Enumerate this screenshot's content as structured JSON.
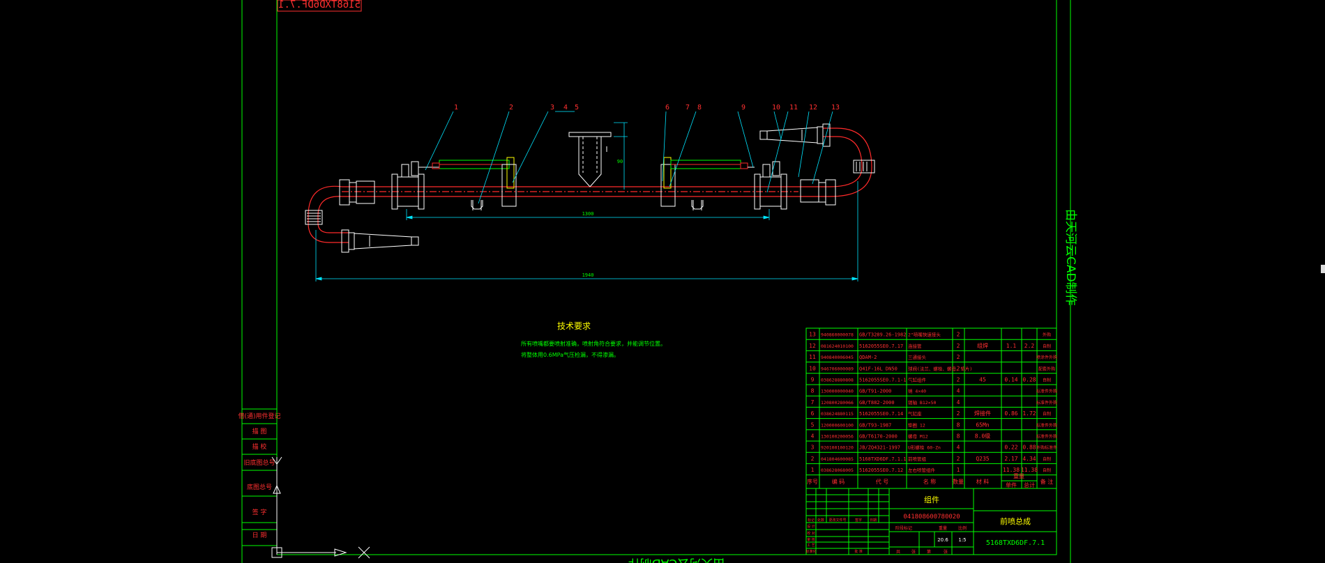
{
  "drawing": {
    "top_stamp": "5168TXD6DF.7.1",
    "watermark_right": "由天河云CAD制作",
    "watermark_bottom": "由天河云CAD制作",
    "tech_title": "技术要求",
    "tech_lines": [
      "所有喷嘴都要喷射准确，喷射角符合要求，并能调节位置。",
      "将整体用0.6MPa气压检漏，不得渗漏。"
    ],
    "balloons": [
      "1",
      "2",
      "3",
      "4",
      "5",
      "6",
      "7",
      "8",
      "9",
      "10",
      "11",
      "12",
      "13"
    ],
    "dims": {
      "inner": "1300",
      "overall": "1940",
      "height": "90"
    },
    "left_table": [
      "借(通)用件登记",
      "描 图",
      "描 校",
      "旧底图总号",
      "底图总号",
      "签 字",
      "日 期"
    ]
  },
  "bom": {
    "headers": [
      "序号",
      "编 码",
      "代 号",
      "名 称",
      "数量",
      "材 料",
      "单件",
      "总计",
      "备 注"
    ],
    "weight_header": "重量",
    "rows": [
      {
        "no": "13",
        "code": "940860000078",
        "std": "GB/T3289.26-1982",
        "name": "2\"喷嘴快速接头",
        "qty": "2",
        "mat": "",
        "unit": "",
        "total": "",
        "note": "外购"
      },
      {
        "no": "12",
        "code": "081624010100",
        "std": "5162055SE0.7.17",
        "name": "连接管",
        "qty": "2",
        "mat": "组焊",
        "unit": "1.1",
        "total": "2.2",
        "note": "自制"
      },
      {
        "no": "11",
        "code": "940840006045",
        "std": "QDAM-2",
        "name": "三通接头",
        "qty": "2",
        "mat": "",
        "unit": "",
        "total": "",
        "note": "喷涂件外购"
      },
      {
        "no": "10",
        "code": "946706000089",
        "std": "Q41F-16L DN50",
        "name": "球阀(法兰、螺栓、螺母、垫片)",
        "qty": "2",
        "mat": "",
        "unit": "",
        "total": "",
        "note": "配套外购"
      },
      {
        "no": "9",
        "code": "038628880808",
        "std": "5162055SE0.7.1-1",
        "name": "气缸组件",
        "qty": "2",
        "mat": "45",
        "unit": "0.14",
        "total": "0.28",
        "note": "自制"
      },
      {
        "no": "8",
        "code": "130000000040",
        "std": "GB/T91-2000",
        "name": "销 4×40",
        "qty": "4",
        "mat": "",
        "unit": "",
        "total": "",
        "note": "标准件外购"
      },
      {
        "no": "7",
        "code": "120800280066",
        "std": "GB/T882-2000",
        "name": "销轴 B12×50",
        "qty": "4",
        "mat": "",
        "unit": "",
        "total": "",
        "note": "标准件外购"
      },
      {
        "no": "6",
        "code": "038624880115",
        "std": "5162055SE0.7.14",
        "name": "气缸座",
        "qty": "2",
        "mat": "焊接件",
        "unit": "0.86",
        "total": "1.72",
        "note": "自制"
      },
      {
        "no": "5",
        "code": "120000600100",
        "std": "GB/T93-1987",
        "name": "垫圈 12",
        "qty": "8",
        "mat": "65Mn",
        "unit": "",
        "total": "",
        "note": "标准件外购"
      },
      {
        "no": "4",
        "code": "130100200056",
        "std": "GB/T6170-2000",
        "name": "螺母 M12",
        "qty": "8",
        "mat": "8.0级",
        "unit": "",
        "total": "",
        "note": "标准件外购"
      },
      {
        "no": "3",
        "code": "920100100120",
        "std": "JB/ZQ4321-1997",
        "name": "U形螺栓 60-Zn",
        "qty": "4",
        "mat": "",
        "unit": "0.22",
        "total": "0.88",
        "note": "外购标准件"
      },
      {
        "no": "2",
        "code": "041804600085",
        "std": "5168TXD6DF.7.1.1",
        "name": "前喷管组",
        "qty": "2",
        "mat": "Q235",
        "unit": "2.17",
        "total": "4.34",
        "note": "自制"
      },
      {
        "no": "1",
        "code": "038628068005",
        "std": "5162055SE0.7.12",
        "name": "左右喷管组件",
        "qty": "1",
        "mat": "",
        "unit": "11.38",
        "total": "11.38",
        "note": "自制"
      }
    ]
  },
  "title_block": {
    "part_type": "组件",
    "drawing_code": "041808600780020",
    "name": "前喷总成",
    "drawing_no": "5168TXD6DF.7.1",
    "scale": "1:5",
    "weight": "20.6",
    "rev_headers": [
      "标记",
      "处数",
      "更改文件号",
      "签字",
      "日期"
    ],
    "sign_rows": [
      "设 计",
      "校 对",
      "审 核",
      "工 艺",
      "标准化",
      "批 准"
    ],
    "stage_label": "阶段标记",
    "weight_label": "重量",
    "scale_label": "比例",
    "sheet_labels": [
      "共",
      "张",
      "第",
      "张"
    ]
  },
  "colors": {
    "frame": "#00ff00",
    "geometry": "#ffffff",
    "pipe": "#ff2a2a",
    "leader": "#00e5ff",
    "text_red": "#ff3030",
    "text_green": "#00ff00",
    "text_yellow": "#ffff00"
  }
}
